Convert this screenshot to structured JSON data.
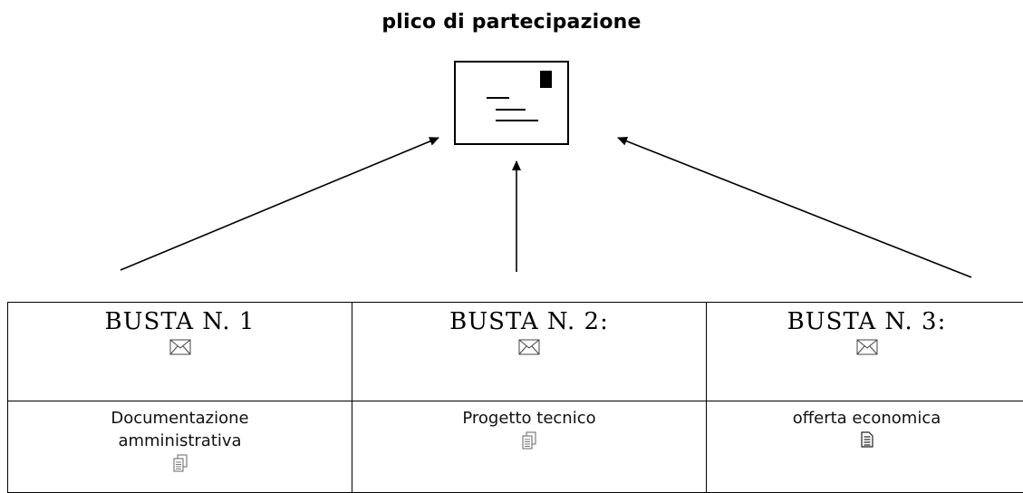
{
  "title": "plico di partecipazione",
  "main_icon": "envelope-with-stamp-icon",
  "arrows": [
    "arrow-from-busta-1",
    "arrow-from-busta-2",
    "arrow-from-busta-3"
  ],
  "buste": [
    {
      "label": "BUSTA N. 1",
      "icon": "envelope-icon",
      "content_lines": [
        "Documentazione",
        "amministrativa"
      ],
      "content_icon": "copy-documents-icon"
    },
    {
      "label": "BUSTA N. 2:",
      "icon": "envelope-icon",
      "content_lines": [
        "Progetto tecnico"
      ],
      "content_icon": "copy-documents-icon"
    },
    {
      "label": "BUSTA N. 3:",
      "icon": "envelope-icon",
      "content_lines": [
        "offerta economica"
      ],
      "content_icon": "document-icon"
    }
  ]
}
